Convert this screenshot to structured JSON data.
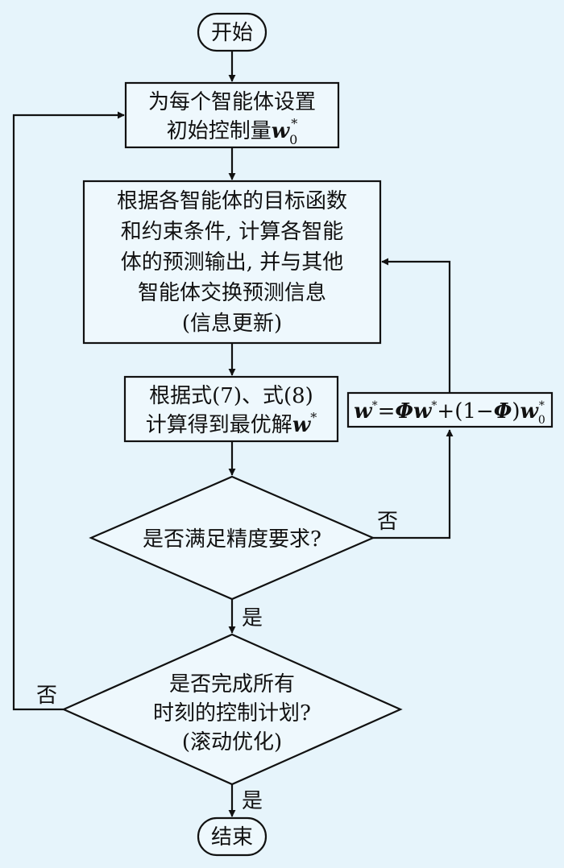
{
  "flow": {
    "start": "开始",
    "init": {
      "line1": "为每个智能体设置",
      "line2_prefix": "初始控制量",
      "var": "w",
      "sub": "0",
      "sup": "*"
    },
    "compute": {
      "line1": "根据各智能体的目标函数",
      "line2": "和约束条件, 计算各智能",
      "line3": "体的预测输出, 并与其他",
      "line4": "智能体交换预测信息",
      "line5": "(信息更新)"
    },
    "optimal": {
      "line1": "根据式(7)、式(8)",
      "line2_prefix": "计算得到最优解",
      "var": "w",
      "sup": "*"
    },
    "update_formula": {
      "w": "w",
      "star": "*",
      "eq": "=",
      "phi": "Φ",
      "plus": "+",
      "paren": "(1−",
      "phi2": "Φ",
      "close": ")",
      "w0": "w",
      "sub": "0"
    },
    "decision1": "是否满足精度要求?",
    "decision2": {
      "line1": "是否完成所有",
      "line2": "时刻的控制计划?",
      "line3": "(滚动优化)"
    },
    "yes_label": "是",
    "no_label": "否",
    "end": "结束"
  },
  "colors": {
    "background": "#e6f4fb",
    "line": "#111111",
    "box_fill": "#eef8fd"
  }
}
